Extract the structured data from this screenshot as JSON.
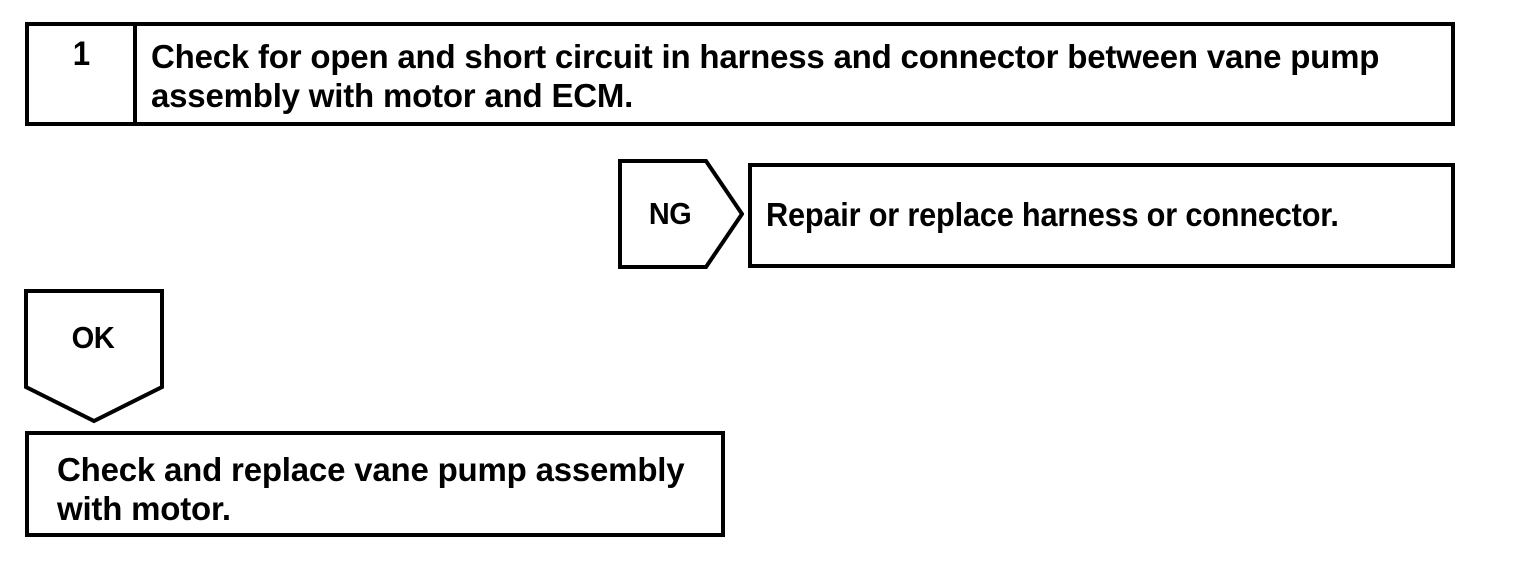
{
  "diagram": {
    "type": "troubleshooting-flowchart",
    "title_visible": false,
    "background_color": "#ffffff",
    "line_color": "#000000",
    "steps": [
      {
        "number": "1",
        "instruction": "Check for open and short circuit in harness and connector between vane pump assembly with motor and ECM."
      }
    ],
    "branches": [
      {
        "result_label": "NG",
        "arrow_direction": "right",
        "outcome": "Repair or replace harness or connector."
      },
      {
        "result_label": "OK",
        "arrow_direction": "down",
        "outcome": "Check and replace vane pump assembly with motor."
      }
    ],
    "ng": {
      "label": "NG",
      "box_text": "Repair or replace harness or connector."
    },
    "ok": {
      "label": "OK",
      "box_text": "Check and replace vane pump assembly with motor."
    }
  }
}
